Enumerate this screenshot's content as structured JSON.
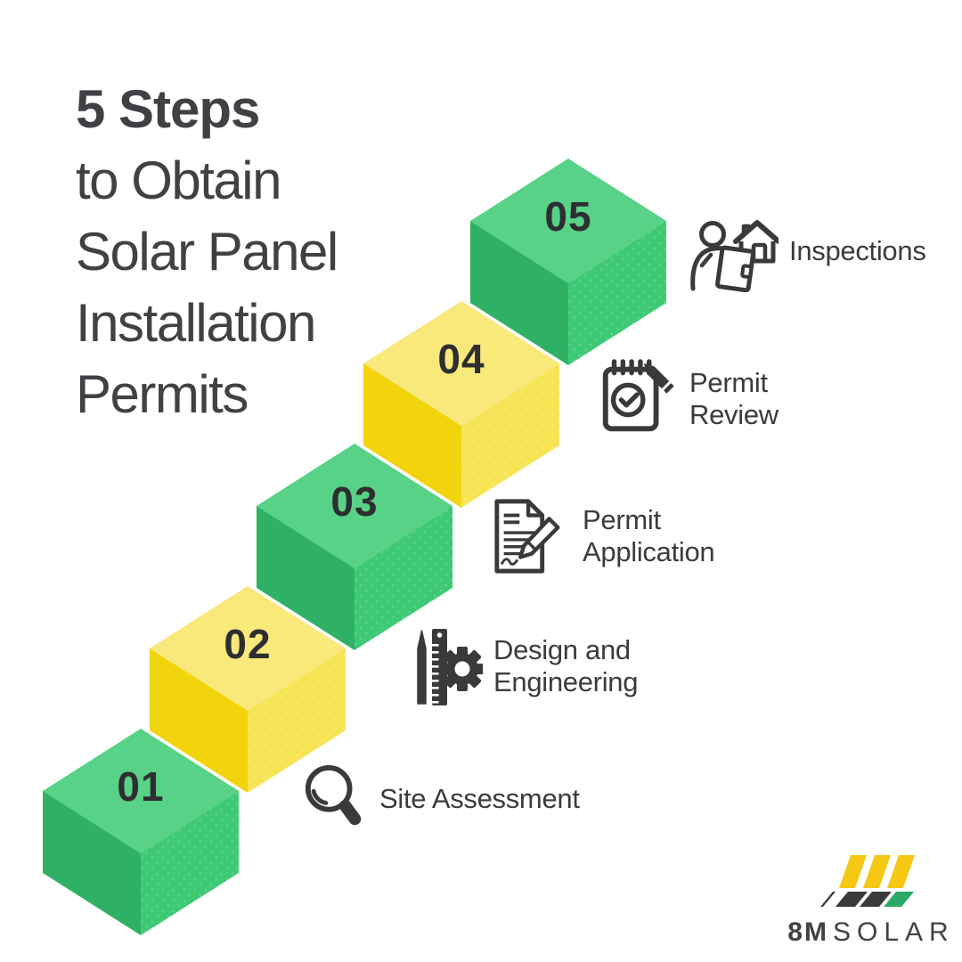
{
  "title": {
    "heading": "5 Steps",
    "lines": [
      "to Obtain",
      "Solar Panel",
      "Installation",
      "Permits"
    ]
  },
  "steps": [
    {
      "number": "01",
      "label_lines": [
        "Site Assessment"
      ],
      "icon": "search-icon",
      "cube_color": "green"
    },
    {
      "number": "02",
      "label_lines": [
        "Design and",
        "Engineering"
      ],
      "icon": "design-engineering-icon",
      "cube_color": "yellow"
    },
    {
      "number": "03",
      "label_lines": [
        "Permit",
        "Application"
      ],
      "icon": "permit-application-icon",
      "cube_color": "green"
    },
    {
      "number": "04",
      "label_lines": [
        "Permit",
        "Review"
      ],
      "icon": "permit-review-icon",
      "cube_color": "yellow"
    },
    {
      "number": "05",
      "label_lines": [
        "Inspections"
      ],
      "icon": "inspections-icon",
      "cube_color": "green"
    }
  ],
  "logo": {
    "brand_bold": "8M",
    "brand_rest": "SOLAR"
  },
  "colors": {
    "green": {
      "top": "#58D286",
      "left": "#2FB165",
      "right": "#3EC975"
    },
    "yellow": {
      "top": "#F9E87A",
      "left": "#F2D40C",
      "right": "#F7E455"
    },
    "ink": {
      "title": "#404045",
      "text": "#3B3B3E",
      "number": "#2E2E32",
      "icon": "#3A3A3C"
    },
    "logo": {
      "yellow": "#F5C913",
      "dark": "#3A3A3C",
      "green": "#2AA967"
    }
  }
}
